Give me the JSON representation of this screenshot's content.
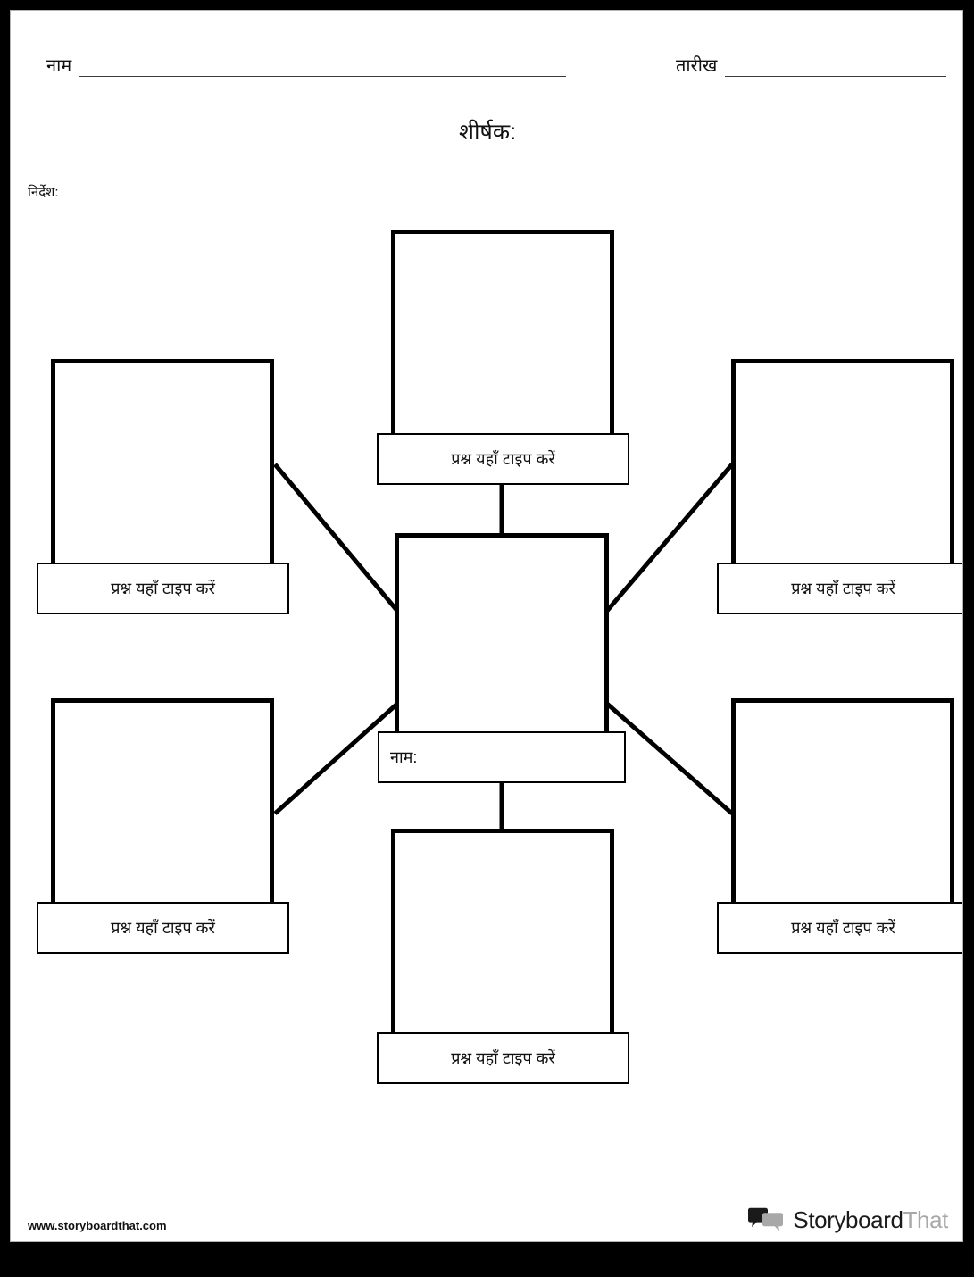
{
  "page": {
    "background_color": "#ffffff",
    "frame_color": "#000000"
  },
  "header": {
    "name_label": "नाम",
    "date_label": "तारीख",
    "title_label": "शीर्षक:",
    "directions_label": "निर्देश:"
  },
  "diagram": {
    "type": "spider-web-concept-map",
    "hub": {
      "caption": "नाम:",
      "caption_align": "left"
    },
    "satellites": [
      {
        "position": "top",
        "caption": "प्रश्न यहाँ टाइप करें"
      },
      {
        "position": "left-upper",
        "caption": "प्रश्न यहाँ टाइप करें"
      },
      {
        "position": "right-upper",
        "caption": "प्रश्न यहाँ टाइप करें"
      },
      {
        "position": "left-lower",
        "caption": "प्रश्न यहाँ टाइप करें"
      },
      {
        "position": "right-lower",
        "caption": "प्रश्न यहाँ टाइप करें"
      },
      {
        "position": "bottom",
        "caption": "प्रश्न यहाँ टाइप करें"
      }
    ]
  },
  "footer": {
    "url": "www.storyboardthat.com",
    "logo_word_1": "Storyboard",
    "logo_word_2": "That",
    "logo_icon": "speech-bubbles-icon",
    "logo_color_dark": "#1a1a1a",
    "logo_color_gray": "#a8a8a8"
  }
}
